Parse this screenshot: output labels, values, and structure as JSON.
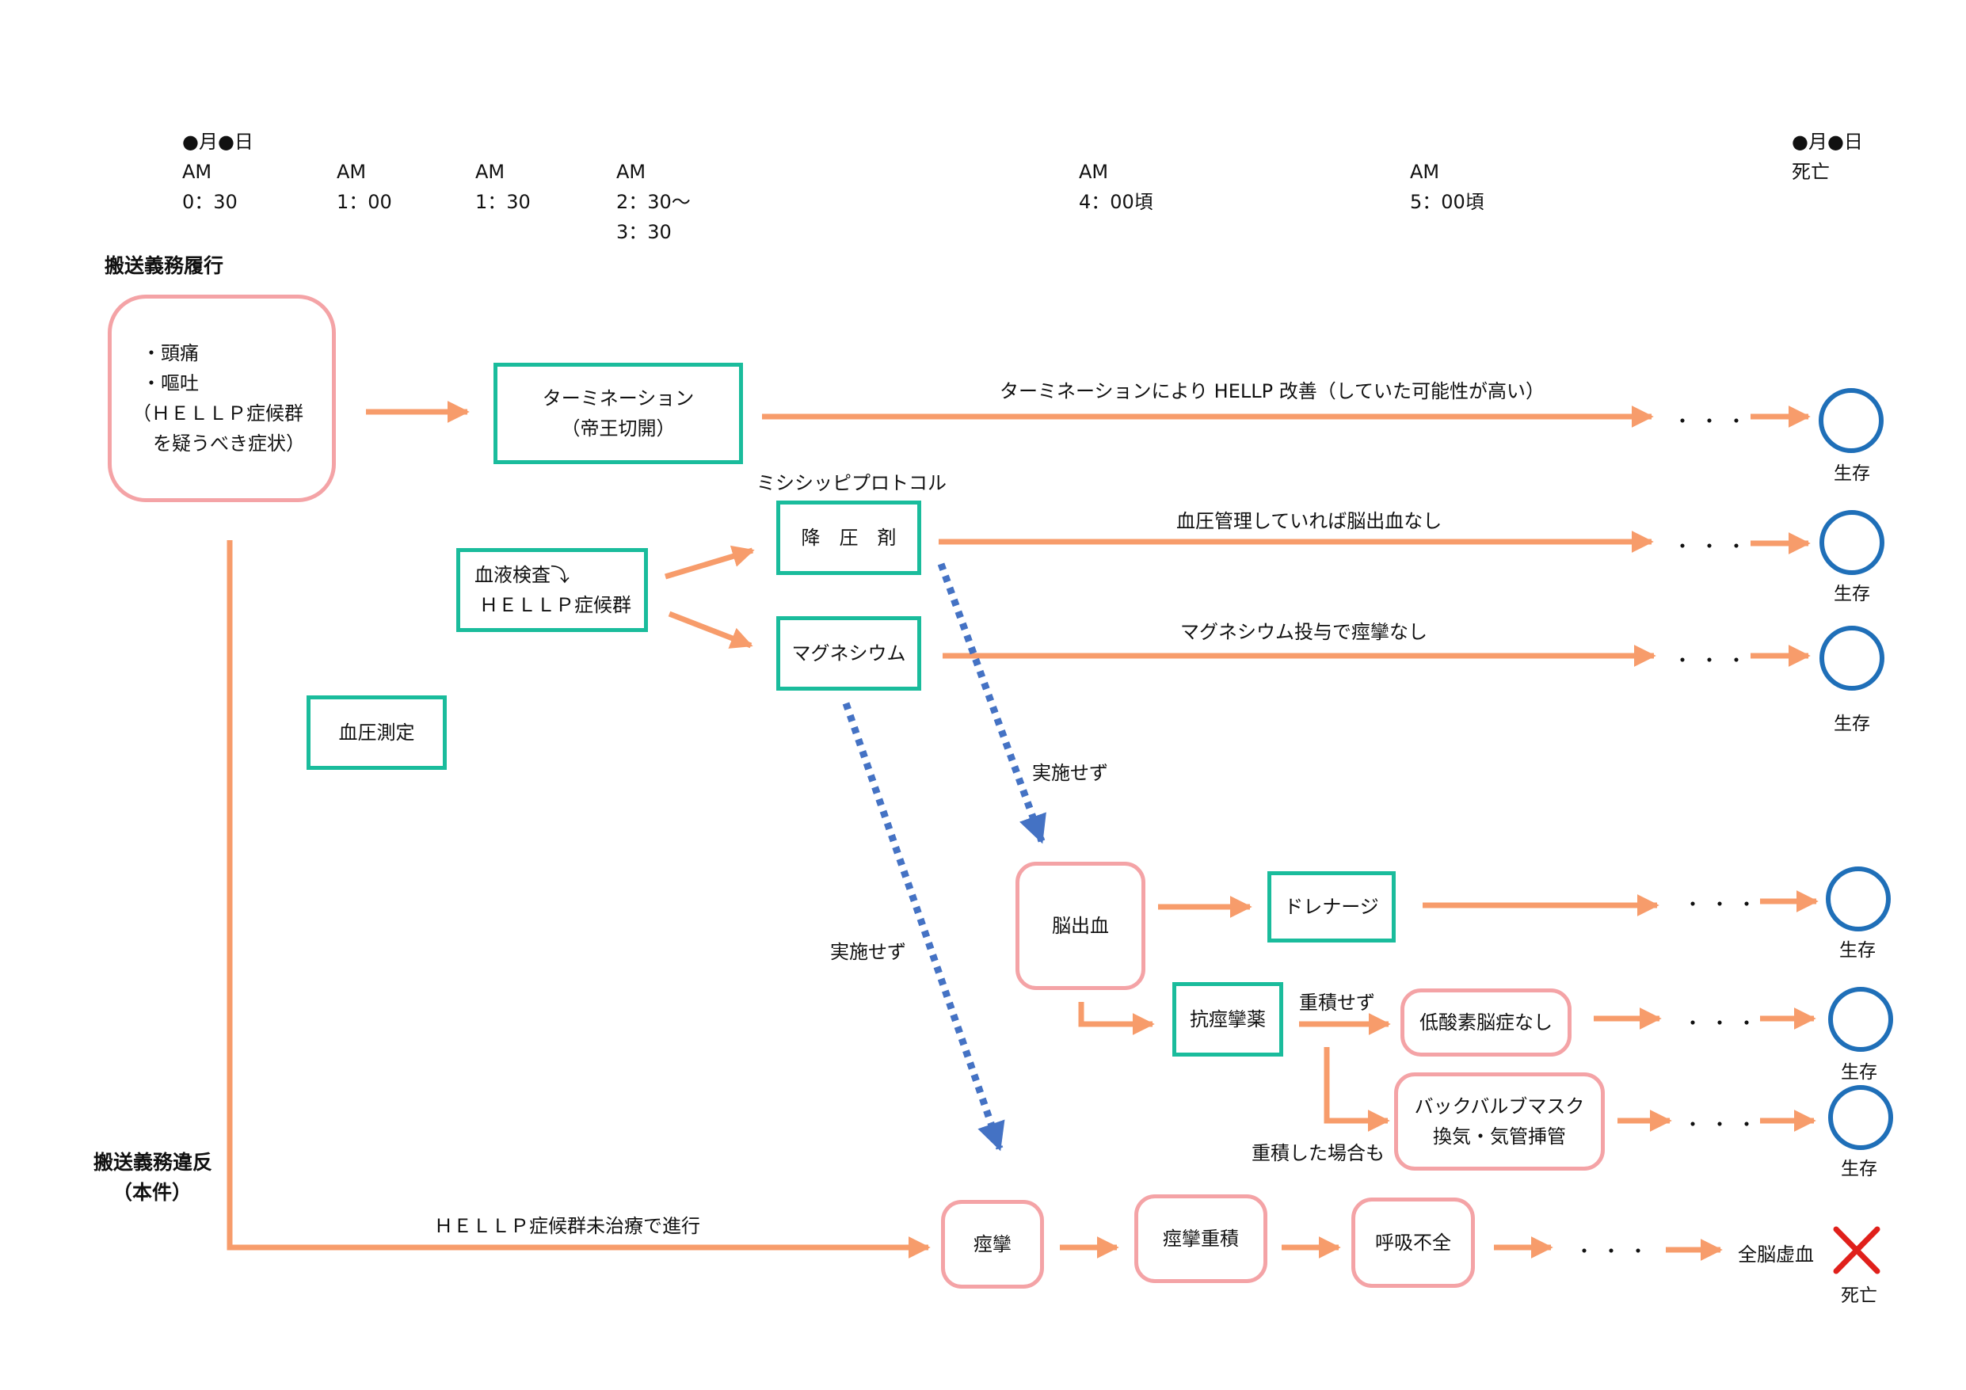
{
  "timeline": [
    {
      "lines": [
        "●月●日",
        "AM",
        "0：30"
      ]
    },
    {
      "lines": [
        "AM",
        "1：00"
      ]
    },
    {
      "lines": [
        "AM",
        "1：30"
      ]
    },
    {
      "lines": [
        "AM",
        "2：30～",
        "3：30"
      ]
    },
    {
      "lines": [
        "AM",
        "4：00頃"
      ]
    },
    {
      "lines": [
        "AM",
        "5：00頃"
      ]
    },
    {
      "lines": [
        "●月●日",
        "死亡"
      ]
    }
  ],
  "sections": {
    "fulfilled": "搬送義務履行",
    "violation_line1": "搬送義務違反",
    "violation_line2": "（本件）"
  },
  "nodes": {
    "symptoms": [
      "・頭痛",
      "・嘔吐",
      "（ＨＥＬＬＰ症候群",
      "を疑うべき症状）"
    ],
    "termination": [
      "ターミネーション",
      "（帝王切開）"
    ],
    "blood_test": [
      "血液検査⤵",
      "ＨＥＬＬＰ症候群"
    ],
    "bp_measure": "血圧測定",
    "antihypertensive": "降　圧　剤",
    "magnesium": "マグネシウム",
    "cerebral_hemorrhage": "脳出血",
    "drainage": "ドレナージ",
    "anticonvulsant": "抗痙攣薬",
    "no_hypoxic": "低酸素脳症なし",
    "bag_valve": [
      "バックバルブマスク",
      "換気・気管挿管"
    ],
    "convulsion": "痙攣",
    "repeated_convulsion": "痙攣重積",
    "respiratory_failure": "呼吸不全",
    "whole_brain_ischemia": "全脳虚血"
  },
  "labels": {
    "termination_effect": "ターミネーションにより HELLP 改善（していた可能性が高い）",
    "mississippi": "ミシシッピプロトコル",
    "bp_control": "血圧管理していれば脳出血なし",
    "mg_effect": "マグネシウム投与で痙攣なし",
    "not_done_1": "実施せず",
    "not_done_2": "実施せず",
    "no_repeat": "重積せず",
    "if_repeat": "重積した場合も",
    "untreated": "ＨＥＬＬＰ症候群未治療で進行",
    "ellipsis": "・・・"
  },
  "outcomes": {
    "survive": "生存",
    "death": "死亡"
  },
  "colors": {
    "arrow": "#f79c6b",
    "dashed_arrow": "#4472c4",
    "teal_border": "#1abc9c",
    "pink_border": "#f4a3a6",
    "survive_circle": "#1f6fb8",
    "death_cross": "#e0201b"
  }
}
